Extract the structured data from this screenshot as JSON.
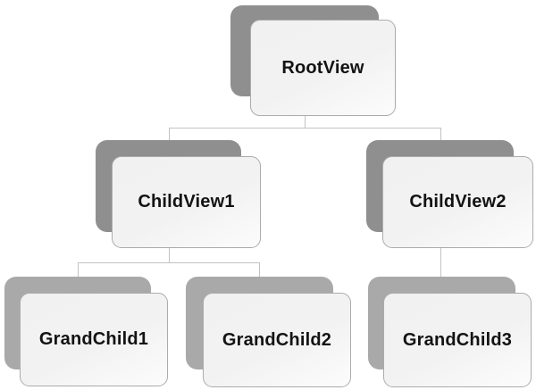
{
  "diagram": {
    "type": "hierarchy-tree",
    "background": "#ffffff",
    "colors": {
      "shadow_upper_levels": "#8f8f8f",
      "shadow_bottom_level": "#a9a9a9",
      "card_fill_start": "#f1f1f1",
      "card_fill_end": "#fcfcfc",
      "card_border": "#ababab",
      "connector": "#c2c2c2",
      "label_text": "#131313"
    },
    "nodes": [
      {
        "id": "root",
        "label": "RootView",
        "level": 0,
        "parent": null
      },
      {
        "id": "child1",
        "label": "ChildView1",
        "level": 1,
        "parent": "root"
      },
      {
        "id": "child2",
        "label": "ChildView2",
        "level": 1,
        "parent": "root"
      },
      {
        "id": "grandchild1",
        "label": "GrandChild1",
        "level": 2,
        "parent": "child1"
      },
      {
        "id": "grandchild2",
        "label": "GrandChild2",
        "level": 2,
        "parent": "child1"
      },
      {
        "id": "grandchild3",
        "label": "GrandChild3",
        "level": 2,
        "parent": "child2"
      }
    ],
    "edges": [
      {
        "from": "RootView",
        "to": "ChildView1"
      },
      {
        "from": "RootView",
        "to": "ChildView2"
      },
      {
        "from": "ChildView1",
        "to": "GrandChild1"
      },
      {
        "from": "ChildView1",
        "to": "GrandChild2"
      },
      {
        "from": "ChildView2",
        "to": "GrandChild3"
      }
    ]
  }
}
